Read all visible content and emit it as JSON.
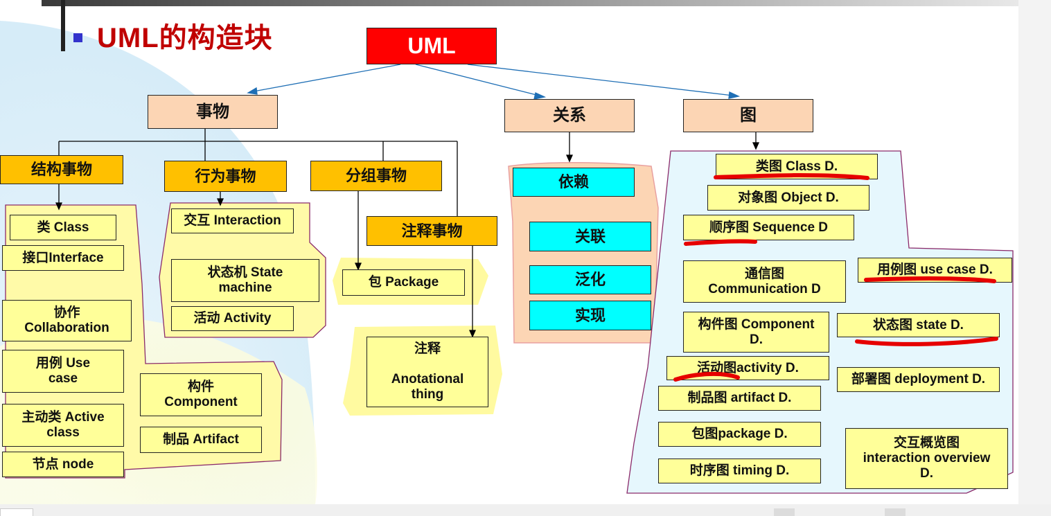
{
  "slide": {
    "title": "UML的构造块",
    "root": "UML",
    "categories": {
      "things": "事物",
      "relations": "关系",
      "diagrams": "图"
    },
    "thing_groups": {
      "structural": "结构事物",
      "behavioral": "行为事物",
      "grouping": "分组事物",
      "annotational": "注释事物"
    },
    "structural_items": [
      "类 Class",
      "接口Interface",
      "协作\nCollaboration",
      "用例        Use\ncase",
      "主动类  Active\nclass",
      "节点 node",
      "构件\nComponent",
      "制品   Artifact"
    ],
    "behavioral_items": [
      "交互 Interaction",
      "状态机      State\nmachine",
      "活动 Activity"
    ],
    "grouping_items": [
      "包 Package"
    ],
    "annotational_items": [
      "注释\n\nAnotational\nthing"
    ],
    "relation_items": [
      "依赖",
      "关联",
      "泛化",
      "实现"
    ],
    "diagram_items": [
      "类图 Class D.",
      "对象图 Object D.",
      "顺序图     Sequence D",
      "通信图\nCommunication D",
      "用例图 use case D.",
      "构件图 Component\nD.",
      "状态图 state D.",
      "活动图activity D.",
      "部署图 deployment D.",
      "制品图 artifact D.",
      "包图package D.",
      "时序图 timing D.",
      "交互概览图\ninteraction overview\nD."
    ],
    "colors": {
      "root_fill": "#ff0000",
      "category_fill": "#fcd5b4",
      "group_fill": "#ffc000",
      "item_fill": "#ffff99",
      "relation_fill": "#00ffff",
      "title_color": "#c00000",
      "connector_color": "#1f6fb5",
      "annotation_red": "#e60000"
    }
  }
}
